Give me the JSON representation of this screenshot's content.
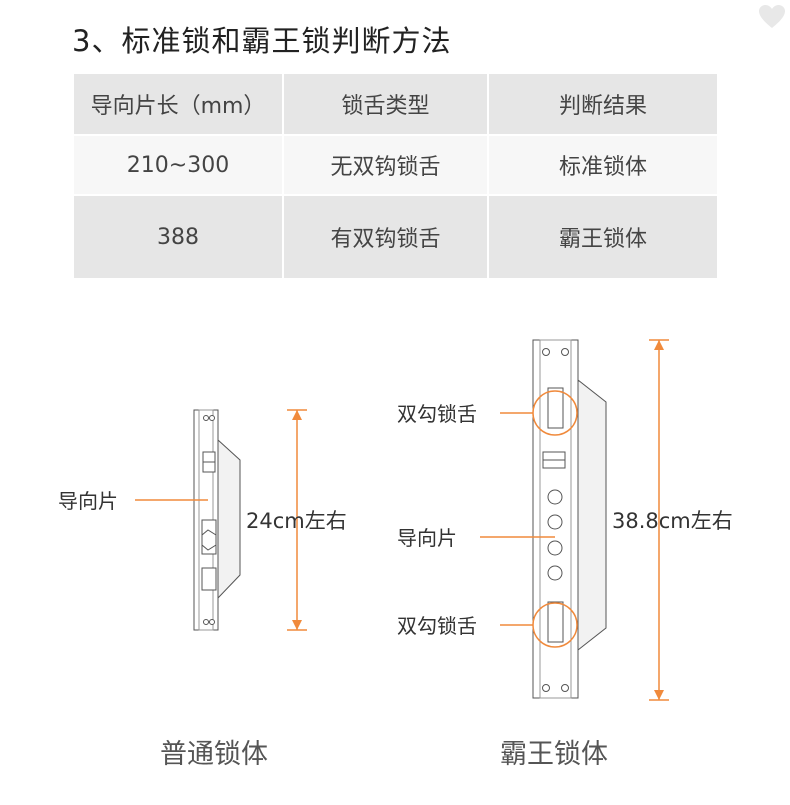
{
  "title": "3、标准锁和霸王锁判断方法",
  "table": {
    "headers": [
      "导向片长（mm）",
      "锁舌类型",
      "判断结果"
    ],
    "rows": [
      [
        "210~300",
        "无双钩锁舌",
        "标准锁体"
      ],
      [
        "388",
        "有双钩锁舌",
        "霸王锁体"
      ]
    ]
  },
  "left_diagram": {
    "guide_label": "导向片",
    "dimension": "24cm左右",
    "caption": "普通锁体"
  },
  "right_diagram": {
    "hook_label_top": "双勾锁舌",
    "guide_label": "导向片",
    "hook_label_bottom": "双勾锁舌",
    "dimension": "38.8cm左右",
    "caption": "霸王锁体"
  },
  "colors": {
    "accent": "#f08a3c",
    "table_header_bg": "#e6e6e6",
    "table_row_bg": "#f7f7f7",
    "heart": "#e8e8e8"
  }
}
